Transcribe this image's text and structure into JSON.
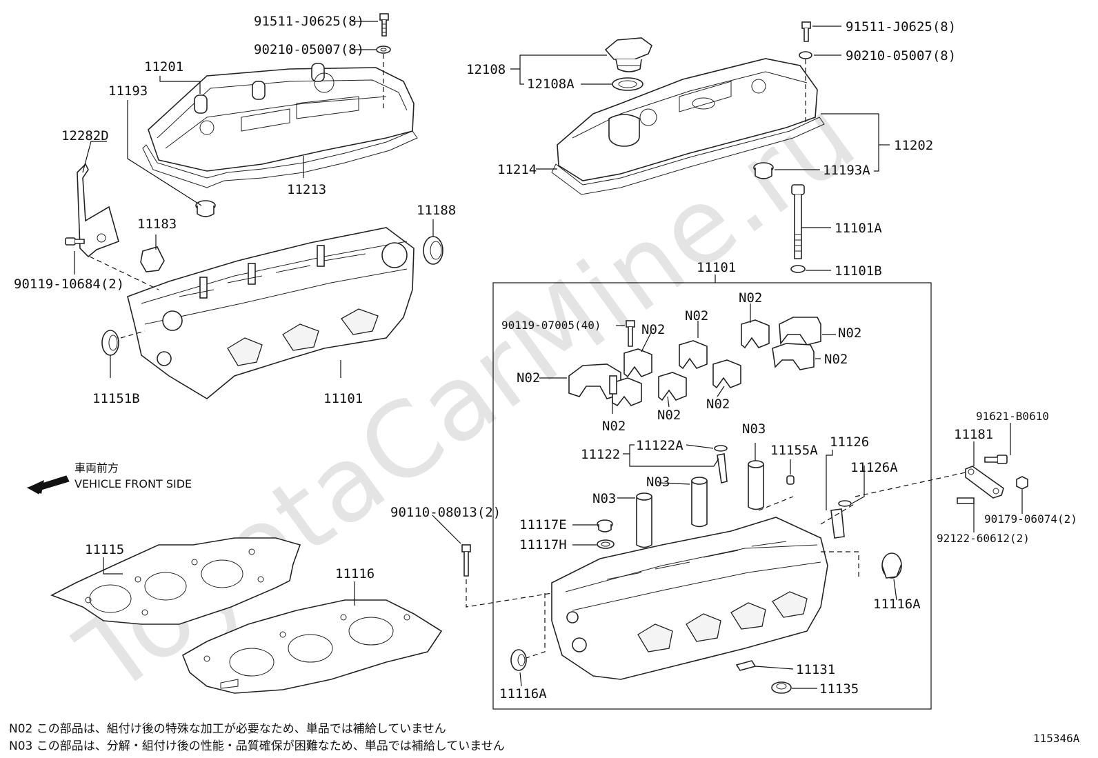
{
  "watermark": "ToyotaCarMine.ru",
  "direction": {
    "jp": "車両前方",
    "en": "VEHICLE FRONT SIDE"
  },
  "labels": {
    "p91511_l": "91511-J0625(8)",
    "p90210_l": "90210-05007(8)",
    "p11201": "11201",
    "p11193": "11193",
    "p12282d": "12282D",
    "p11213": "11213",
    "p11183": "11183",
    "p11188": "11188",
    "p90119_10684": "90119-10684(2)",
    "p11151b": "11151B",
    "p11101_l": "11101",
    "p12108": "12108",
    "p12108a": "12108A",
    "p91511_r": "91511-J0625(8)",
    "p90210_r": "90210-05007(8)",
    "p11202": "11202",
    "p11214": "11214",
    "p11193a": "11193A",
    "p11101a": "11101A",
    "p11101b": "11101B",
    "p11101_box": "11101",
    "p90119_07005": "90119-07005(40)",
    "n02_1": "N02",
    "n02_2": "N02",
    "n02_3": "N02",
    "n02_4": "N02",
    "n02_5": "N02",
    "n02_6": "N02",
    "n02_7": "N02",
    "n02_8": "N02",
    "n02_9": "N02",
    "n03_1": "N03",
    "n03_2": "N03",
    "n03_3": "N03",
    "p11122": "11122",
    "p11122a": "11122A",
    "p11155a": "11155A",
    "p11126": "11126",
    "p11126a": "11126A",
    "p11117e": "11117E",
    "p11117h": "11117H",
    "p90110": "90110-08013(2)",
    "p11115": "11115",
    "p11116": "11116",
    "p11116a_r": "11116A",
    "p11116a_l": "11116A",
    "p11131": "11131",
    "p11135": "11135",
    "p91621": "91621-B0610",
    "p11181": "11181",
    "p90179": "90179-06074(2)",
    "p92122": "92122-60612(2)"
  },
  "notes": [
    "N02  この部品は、組付け後の特殊な加工が必要なため、単品では補給していません",
    "N03  この部品は、分解・組付け後の性能・品質確保が困難なため、単品では補給していません"
  ],
  "diagram_id": "115346A"
}
